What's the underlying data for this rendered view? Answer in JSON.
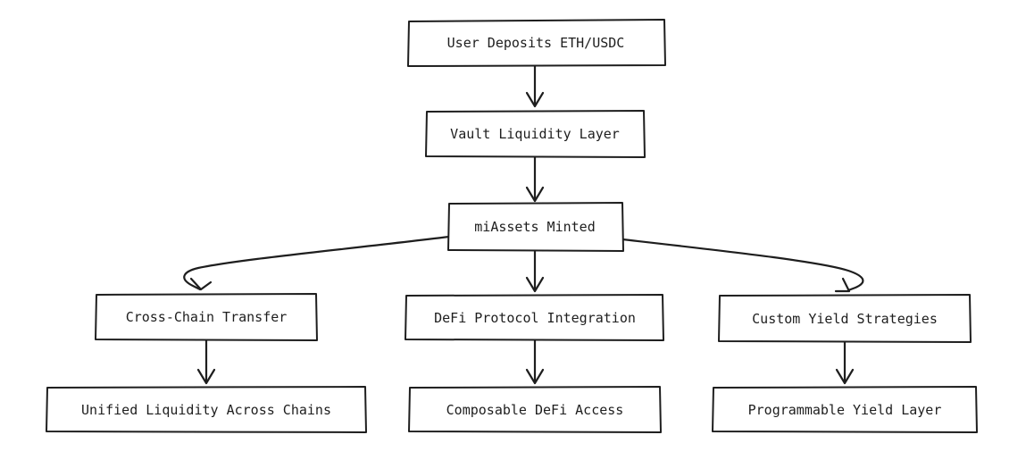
{
  "diagram": {
    "nodes": {
      "user_deposits": "User Deposits ETH/USDC",
      "vault_liquidity": "Vault Liquidity Layer",
      "miassets_minted": "miAssets Minted",
      "cross_chain": "Cross-Chain Transfer",
      "defi_integration": "DeFi Protocol Integration",
      "custom_yield": "Custom Yield Strategies",
      "unified_liquidity": "Unified Liquidity Across Chains",
      "composable_defi": "Composable DeFi Access",
      "programmable_yield": "Programmable Yield Layer"
    }
  },
  "colors": {
    "stroke": "#1e1e1e",
    "background": "#ffffff"
  }
}
